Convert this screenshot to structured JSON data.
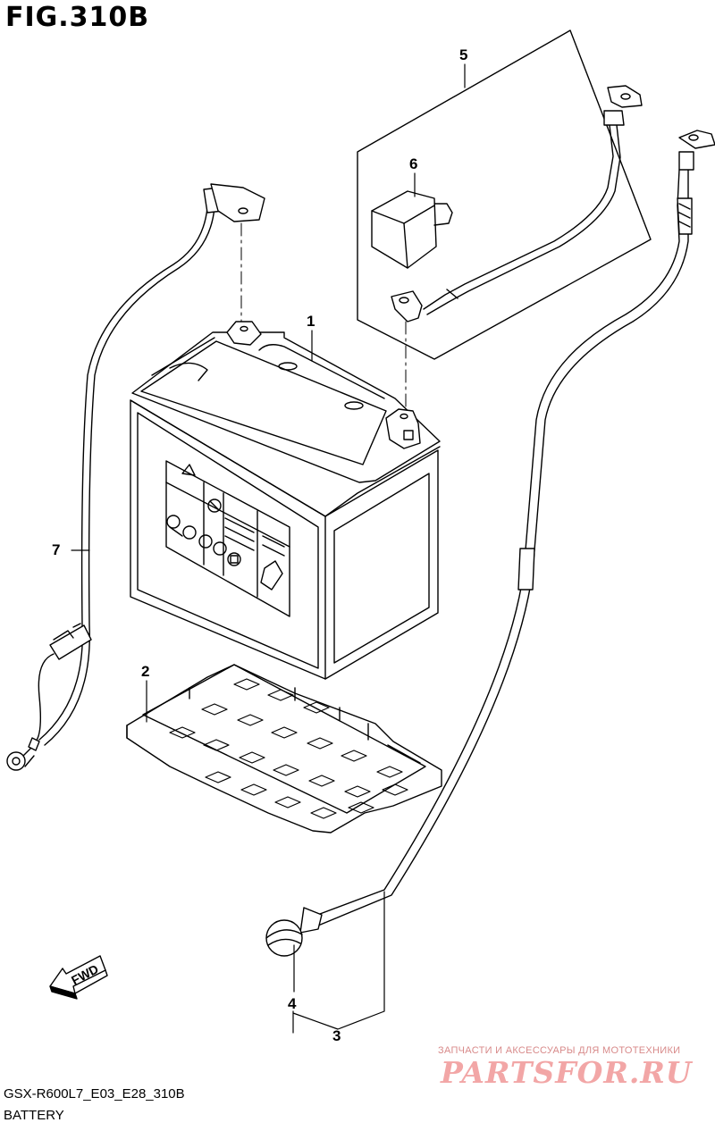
{
  "figure": {
    "title": "FIG.310B",
    "model_code": "GSX-R600L7_E03_E28_310B",
    "section_name": "BATTERY",
    "fwd_label": "FWD"
  },
  "callouts": [
    "1",
    "2",
    "3",
    "4",
    "5",
    "6",
    "7"
  ],
  "watermark": {
    "tagline": "ЗАПЧАСТИ И АКСЕССУАРЫ ДЛЯ МОТОТЕХНИКИ",
    "logo": "PARTSFOR.RU"
  }
}
